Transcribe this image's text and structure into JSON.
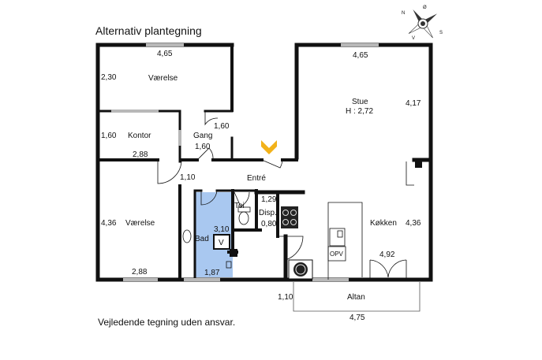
{
  "title": "Alternativ plantegning",
  "disclaimer": "Vejledende tegning uden ansvar.",
  "compass": {
    "n": "N",
    "s": "S",
    "e": "Ø",
    "w": "V"
  },
  "colors": {
    "wall": "#111111",
    "bathroom": "#a9c8f0",
    "window": "#b8b8b8",
    "entry_marker": "#f2b21a"
  },
  "rooms": {
    "vaerelse_top": {
      "name": "Værelse",
      "width": "4,65",
      "depth": "2,30"
    },
    "kontor": {
      "name": "Kontor",
      "depth": "1,60",
      "width": "2,88"
    },
    "gang": {
      "name": "Gang",
      "dim_a": "1,60",
      "dim_b": "1,60"
    },
    "stue": {
      "name": "Stue",
      "height": "H : 2,72",
      "width": "4,65",
      "depth": "4,17"
    },
    "entre": {
      "name": "Entré",
      "dim": "1,10"
    },
    "vaerelse_low": {
      "name": "Værelse",
      "depth": "4,36",
      "width": "2,88"
    },
    "toilet": {
      "name": "Toi",
      "dim": "1,29"
    },
    "disp": {
      "name": "Disp.",
      "dim": "0,80"
    },
    "bad": {
      "name": "Bad",
      "dim_a": "3,10",
      "dim_b": "1,87",
      "fixture": "V"
    },
    "koekken": {
      "name": "Køkken",
      "depth": "4,36",
      "width": "4,92",
      "appliance": "OPV"
    },
    "altan": {
      "name": "Altan",
      "depth": "1,10",
      "width": "4,75"
    }
  }
}
